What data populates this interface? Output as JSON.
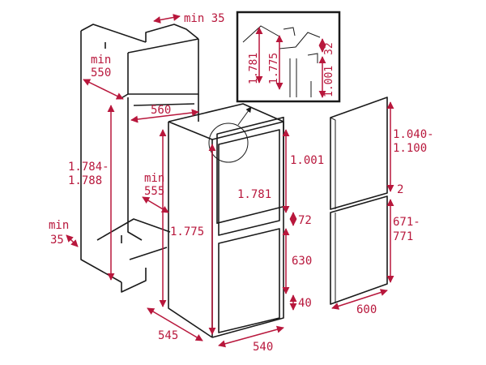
{
  "diagram": {
    "accent_color": "#b8173c",
    "line_color": "#1a1a1a",
    "labels": {
      "min_35_top": "min 35",
      "min_label_a": "min",
      "val_550": "550",
      "val_560": "560",
      "val_1784": "1.784-",
      "val_1788": "1.788",
      "min_label_b": "min",
      "val_555": "555",
      "min_label_c": "min",
      "val_35_left": "35",
      "val_1775_main": "1.775",
      "val_1781_main": "1.781",
      "val_1001_main": "1.001",
      "val_72": "72",
      "val_630": "630",
      "val_40": "40",
      "val_545": "545",
      "val_540": "540",
      "detail_1781": "1.781",
      "detail_1775": "1.775",
      "detail_1001": "1.001",
      "detail_32": "32",
      "val_1040": "1.040-",
      "val_1100": "1.100",
      "val_2": "2",
      "val_671": "671-",
      "val_771": "771",
      "val_600": "600"
    }
  }
}
